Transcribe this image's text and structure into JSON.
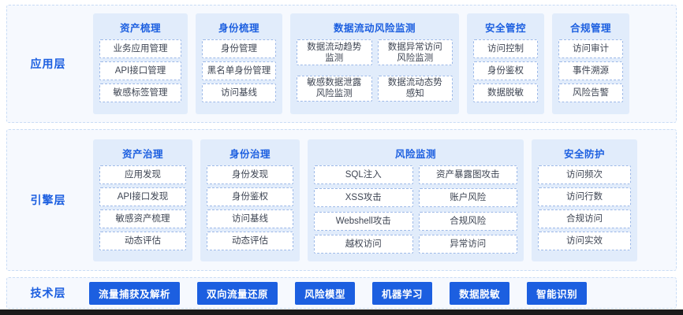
{
  "layers": [
    {
      "id": "application",
      "label": "应用层",
      "groups": [
        {
          "title": "资产梳理",
          "columns": 1,
          "width_class": "g-w-120",
          "items": [
            "业务应用管理",
            "API接口管理",
            "敏感标签管理"
          ]
        },
        {
          "title": "身份梳理",
          "columns": 1,
          "width_class": "g-w-110",
          "items": [
            "身份管理",
            "黑名单身份管理",
            "访问基线"
          ]
        },
        {
          "title": "数据流动风险监测",
          "columns": 2,
          "width_class": "g-w-210",
          "items": [
            "数据流动趋势\n监测",
            "数据异常访问\n风险监测",
            "敏感数据泄露\n风险监测",
            "数据流动态势\n感知"
          ]
        },
        {
          "title": "安全管控",
          "columns": 1,
          "width_class": "g-w-95",
          "items": [
            "访问控制",
            "身份鉴权",
            "数据脱敏"
          ]
        },
        {
          "title": "合规管理",
          "columns": 1,
          "width_class": "g-w-95",
          "items": [
            "访问审计",
            "事件溯源",
            "风险告警"
          ]
        }
      ]
    },
    {
      "id": "engine",
      "label": "引擎层",
      "groups": [
        {
          "title": "资产治理",
          "columns": 1,
          "width_class": "g-w-125",
          "items": [
            "应用发现",
            "API接口发现",
            "敏感资产梳理",
            "动态评估"
          ]
        },
        {
          "title": "身份治理",
          "columns": 1,
          "width_class": "g-w-125",
          "items": [
            "身份发现",
            "身份鉴权",
            "访问基线",
            "动态评估"
          ]
        },
        {
          "title": "风险监测",
          "columns": 2,
          "width_class": "g-w-270",
          "items": [
            "SQL注入",
            "资产暴露图攻击",
            "XSS攻击",
            "账户风险",
            "Webshell攻击",
            "合规风险",
            "越权访问",
            "异常访问"
          ]
        },
        {
          "title": "安全防护",
          "columns": 1,
          "width_class": "g-w-130",
          "items": [
            "访问频次",
            "访问行数",
            "合规访问",
            "访问实效"
          ]
        }
      ]
    }
  ],
  "tech_layer": {
    "id": "technology",
    "label": "技术层",
    "pills": [
      "流量捕获及解析",
      "双向流量还原",
      "风险模型",
      "机器学习",
      "数据脱敏",
      "智能识别"
    ]
  },
  "colors": {
    "accent_blue": "#1C5FE0",
    "group_bg": "#e1ecfb",
    "layer_bg": "#f6f9fe",
    "layer_border": "#c9dcf5",
    "item_border": "#9db9e8",
    "item_text": "#3e4553",
    "bottom_bar": "#1b1b1b"
  }
}
